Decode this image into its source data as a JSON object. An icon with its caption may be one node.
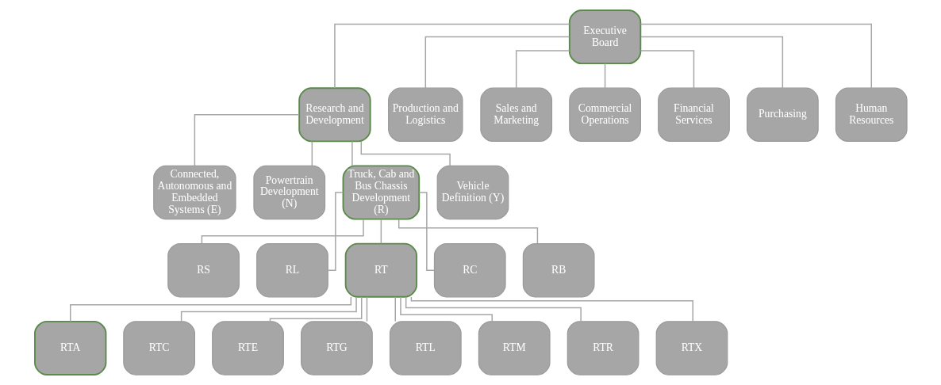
{
  "diagram": {
    "nodes": [
      {
        "text": [
          "Executive Board"
        ]
      },
      {
        "text": [
          "Research and Development"
        ]
      },
      {
        "text": [
          "Production and Logistics"
        ]
      },
      {
        "text": [
          "Sales and Marketing"
        ]
      },
      {
        "text": [
          "Commercial Operations"
        ]
      },
      {
        "text": [
          "Financial Services"
        ]
      },
      {
        "text": [
          "Purchasing"
        ]
      },
      {
        "text": [
          "Human Resources"
        ]
      },
      {
        "text": [
          "Connected, Autonomous and Embedded Systems (E)"
        ]
      },
      {
        "text": [
          "Powertrain Development (N)"
        ]
      },
      {
        "text": [
          "Truck, Cab and Bus Chassis Development (R)"
        ]
      },
      {
        "text": [
          "Vehicle Definition (Y)"
        ]
      },
      {
        "text": [
          "RS"
        ]
      },
      {
        "text": [
          "RL"
        ]
      },
      {
        "text": [
          "RT"
        ]
      },
      {
        "text": [
          "RC"
        ]
      },
      {
        "text": [
          "RB"
        ]
      },
      {
        "text": [
          "RTA"
        ]
      },
      {
        "text": [
          "RTC"
        ]
      },
      {
        "text": [
          "RTE"
        ]
      },
      {
        "text": [
          "RTG"
        ]
      },
      {
        "text": [
          "RTL"
        ]
      },
      {
        "text": [
          "RTM"
        ]
      },
      {
        "text": [
          "RTR"
        ]
      },
      {
        "text": [
          "RTX"
        ]
      }
    ],
    "edges": [
      {
        "from": 0,
        "to": 1,
        "arrow": "none"
      },
      {
        "from": 0,
        "to": 2,
        "arrow": "none"
      },
      {
        "from": 0,
        "to": 3,
        "arrow": "none"
      },
      {
        "from": 0,
        "to": 4,
        "arrow": "none"
      },
      {
        "from": 0,
        "to": 5,
        "arrow": "none"
      },
      {
        "from": 0,
        "to": 6,
        "arrow": "none"
      },
      {
        "from": 0,
        "to": 7,
        "arrow": "none"
      },
      {
        "from": 1,
        "to": 8,
        "arrow": "none"
      },
      {
        "from": 1,
        "to": 9,
        "arrow": "none"
      },
      {
        "from": 1,
        "to": 10,
        "arrow": "none"
      },
      {
        "from": 1,
        "to": 11,
        "arrow": "none"
      },
      {
        "from": 10,
        "to": 12,
        "arrow": "none"
      },
      {
        "from": 10,
        "to": 13,
        "arrow": "none"
      },
      {
        "from": 10,
        "to": 14,
        "arrow": "none"
      },
      {
        "from": 10,
        "to": 15,
        "arrow": "none"
      },
      {
        "from": 10,
        "to": 16,
        "arrow": "none"
      },
      {
        "from": 14,
        "to": 17,
        "arrow": "none"
      },
      {
        "from": 14,
        "to": 18,
        "arrow": "none"
      },
      {
        "from": 14,
        "to": 19,
        "arrow": "none"
      },
      {
        "from": 14,
        "to": 20,
        "arrow": "none"
      },
      {
        "from": 14,
        "to": 21,
        "arrow": "none"
      },
      {
        "from": 14,
        "to": 22,
        "arrow": "none"
      },
      {
        "from": 14,
        "to": 23,
        "arrow": "none"
      },
      {
        "from": 14,
        "to": 24,
        "arrow": "none"
      }
    ]
  }
}
